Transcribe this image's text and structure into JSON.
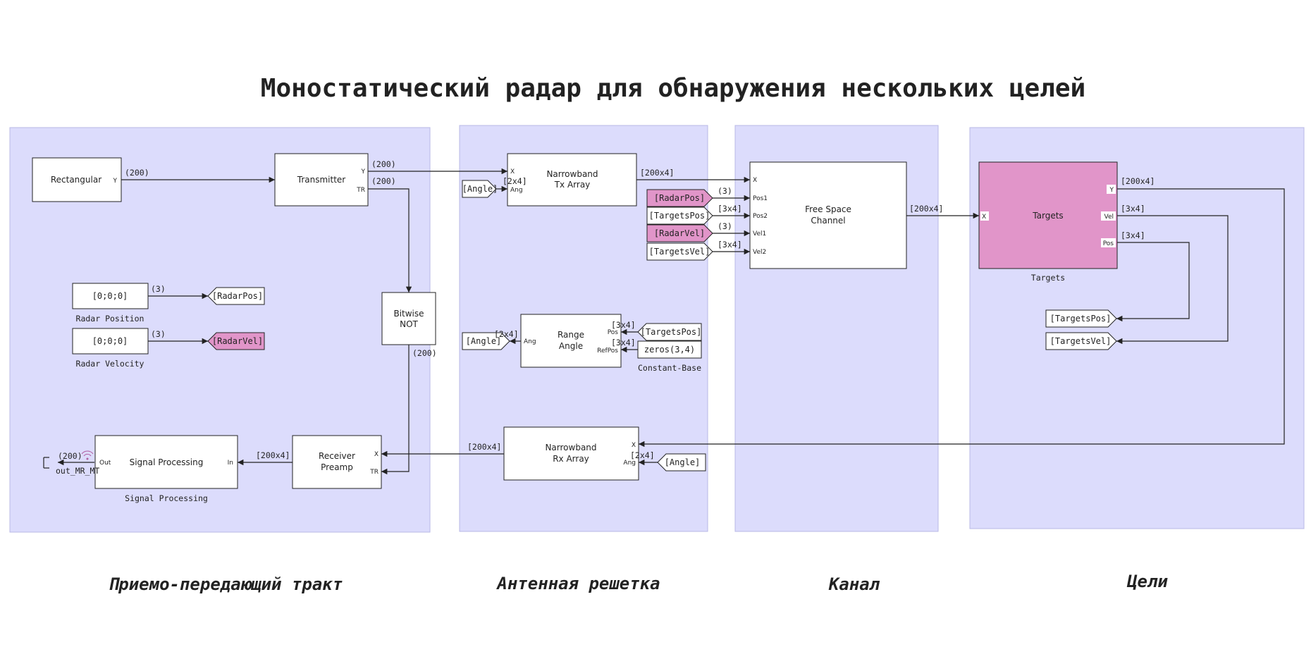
{
  "title": "Моностатический радар для обнаружения нескольких целей",
  "sections": [
    "Приемо-передающий тракт",
    "Антенная решетка",
    "Канал",
    "Цели"
  ],
  "blocks": {
    "rectangular": {
      "label": "Rectangular",
      "port_y": "Y"
    },
    "transmitter": {
      "label": "Transmitter",
      "port_y": "Y",
      "port_tr": "TR"
    },
    "bitwise_not": {
      "line1": "Bitwise",
      "line2": "NOT"
    },
    "radar_pos_const": {
      "value": "[0;0;0]",
      "caption": "Radar Position"
    },
    "radar_vel_const": {
      "value": "[0;0;0]",
      "caption": "Radar Velocity"
    },
    "signal_processing": {
      "label": "Signal Processing",
      "caption": "Signal Processing",
      "port_out": "Out",
      "port_in": "In"
    },
    "receiver_preamp": {
      "line1": "Receiver",
      "line2": "Preamp",
      "port_x": "X",
      "port_tr": "TR"
    },
    "tx_array": {
      "line1": "Narrowband",
      "line2": "Tx Array",
      "port_x": "X",
      "port_ang": "Ang"
    },
    "range_angle": {
      "line1": "Range",
      "line2": "Angle",
      "port_ang": "Ang",
      "port_pos": "Pos",
      "port_refpos": "RefPos"
    },
    "zeros_const": {
      "value": "zeros(3,4)",
      "caption": "Constant-Base"
    },
    "rx_array": {
      "line1": "Narrowband",
      "line2": "Rx Array",
      "port_x": "X",
      "port_ang": "Ang"
    },
    "free_space": {
      "line1": "Free Space",
      "line2": "Channel",
      "ports": [
        "X",
        "Pos1",
        "Pos2",
        "Vel1",
        "Vel2"
      ]
    },
    "targets": {
      "label": "Targets",
      "caption": "Targets",
      "port_x": "X",
      "port_y": "Y",
      "port_vel": "Vel",
      "port_pos": "Pos"
    }
  },
  "tags": {
    "radar_pos_goto": "[RadarPos]",
    "radar_vel_goto": "[RadarVel]",
    "angle_from_tx": "[Angle]",
    "radar_pos_from": "[RadarPos]",
    "targets_pos_from": "[TargetsPos]",
    "radar_vel_from": "[RadarVel]",
    "targets_vel_from": "[TargetsVel]",
    "angle_goto": "[Angle]",
    "targets_pos_range": "[TargetsPos]",
    "angle_to_rx": "[Angle]",
    "targets_pos_goto": "[TargetsPos]",
    "targets_vel_goto": "[TargetsVel]"
  },
  "signals": {
    "rect_out": "(200)",
    "tx_y": "(200)",
    "tx_tr": "(200)",
    "radar_pos": "(3)",
    "radar_vel": "(3)",
    "not_out": "(200)",
    "rx_to_sp": "[200x4]",
    "sp_out": "(200)",
    "out_name": "out_MR_MT",
    "tx_array_out": "[200x4]",
    "angle_in": "[2x4]",
    "fs_pos1": "(3)",
    "fs_pos2": "[3x4]",
    "fs_vel1": "(3)",
    "fs_vel2": "[3x4]",
    "range_ang": "[2x4]",
    "range_pos": "[3x4]",
    "range_refpos": "[3x4]",
    "rx_array_out": "[200x4]",
    "rx_ang": "[2x4]",
    "fs_out": "[200x4]",
    "tgt_y": "[200x4]",
    "tgt_vel": "[3x4]",
    "tgt_pos": "[3x4]"
  },
  "colors": {
    "area": "#dcdcfc",
    "highlight": "#e195c9"
  },
  "icons": [
    "antenna-icon"
  ]
}
